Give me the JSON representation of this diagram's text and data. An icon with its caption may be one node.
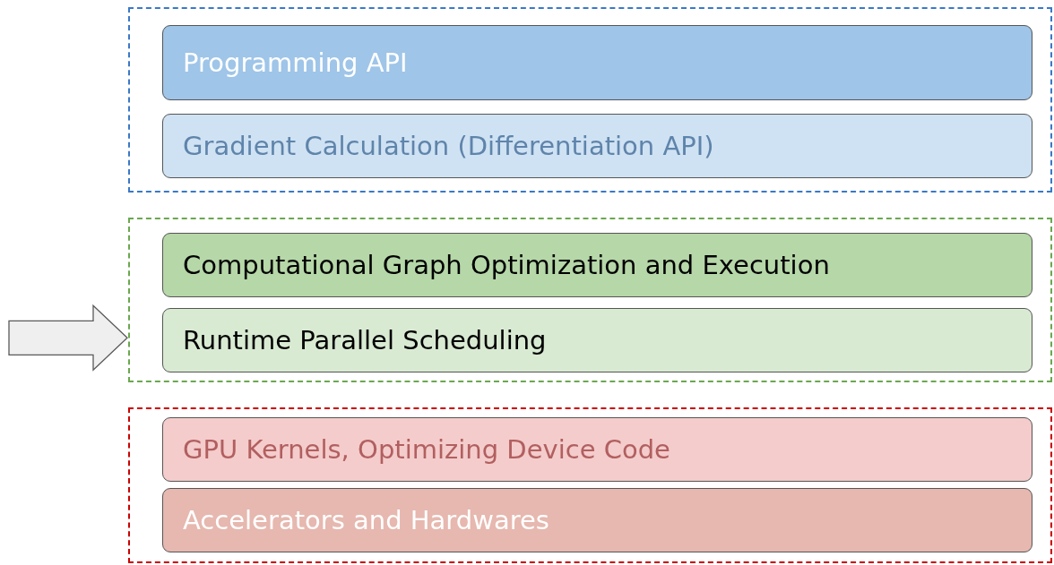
{
  "diagram": {
    "nodes": [
      {
        "text": [],
        "shape": "box"
      },
      {
        "text": [
          "Programming API"
        ],
        "in": 0
      },
      {
        "text": [
          "Gradient Calculation (Differentiation API)"
        ],
        "in": 0
      },
      {
        "text": [],
        "shape": "box"
      },
      {
        "text": [
          "Computational Graph Optimization and Execution"
        ],
        "in": 3
      },
      {
        "text": [
          "Runtime Parallel Scheduling"
        ],
        "in": 3
      },
      {
        "text": [],
        "shape": "box"
      },
      {
        "text": [
          "GPU Kernels, Optimizing Device Code"
        ],
        "in": 6
      },
      {
        "text": [
          "Accelerators and Hardwares"
        ],
        "in": 6
      }
    ],
    "edges": [
      {
        "from": null,
        "to": 3,
        "arrow": "to"
      }
    ]
  }
}
